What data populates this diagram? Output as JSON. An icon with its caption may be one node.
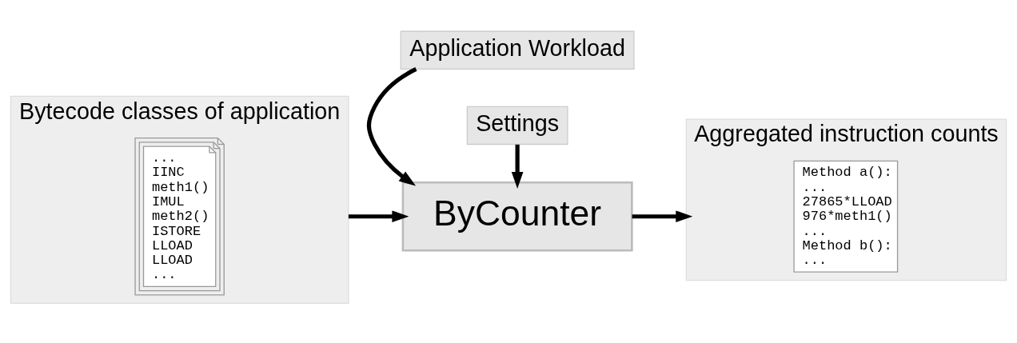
{
  "diagram": {
    "nodes": [
      {
        "text": [
          "Bytecode classes of application"
        ]
      },
      {
        "text": [
          "...",
          "IINC",
          "meth1()",
          "IMUL",
          "meth2()",
          "ISTORE",
          "LLOAD",
          "LLOAD",
          "..."
        ],
        "in": 0
      },
      {
        "text": [
          "Application Workload"
        ]
      },
      {
        "text": [
          "ByCounter"
        ]
      },
      {
        "text": [
          "Settings"
        ]
      },
      {
        "text": [
          "Aggregated instruction counts"
        ]
      },
      {
        "text": [
          "Method a():",
          "...",
          "27865*LLOAD",
          "976*meth1()",
          "...",
          "Method b():",
          "..."
        ],
        "in": 5
      }
    ],
    "edges": [
      {
        "from": 0,
        "to": 3,
        "arrow": "to"
      },
      {
        "from": 2,
        "to": 3,
        "arrow": "to"
      },
      {
        "from": 4,
        "to": 3,
        "arrow": "to"
      },
      {
        "from": 3,
        "to": 5,
        "arrow": "to"
      }
    ]
  }
}
